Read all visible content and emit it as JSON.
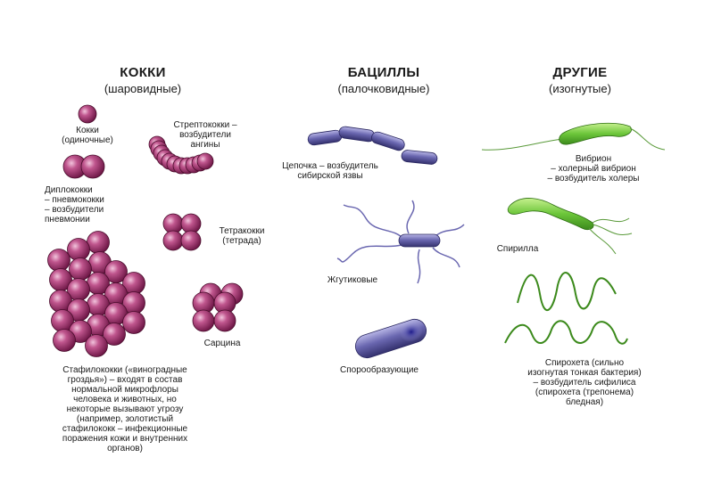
{
  "columns": {
    "cocci": {
      "title": "КОККИ",
      "subtitle": "(шаровидные)"
    },
    "bacilli": {
      "title": "БАЦИЛЛЫ",
      "subtitle": "(палочковидные)"
    },
    "other": {
      "title": "ДРУГИЕ",
      "subtitle": "(изогнутые)"
    }
  },
  "labels": {
    "cocci_single": "Кокки\n(одиночные)",
    "streptococci": "Стрептококки –\nвозбудители\nангины",
    "diplococci": "Диплококки\n– пневмококки\n– возбудители\nпневмонии",
    "tetracocci": "Тетракокки\n(тетрада)",
    "sarcina": "Сарцина",
    "staphylococci": "Стафилококки («виноградные\nгроздья») – входят в состав\nнормальной микрофлоры\nчеловека и животных, но\nнекоторые вызывают угрозу\n(например, золотистый\nстафилококк – инфекционные\nпоражения кожи и внутренних\nорганов)",
    "chain": "Цепочка – возбудитель\nсибирской язвы",
    "flagellated": "Жгутиковые",
    "spore_forming": "Спорообразующие",
    "vibrio": "Вибрион\n– холерный вибрион\n– возбудитель холеры",
    "spirilla": "Спирилла",
    "spirochete": "Спирохета (сильно\nизогнутая тонкая бактерия)\n– возбудитель сифилиса\n(спирохета (трепонема)\nбледная)"
  },
  "colors": {
    "coccus": "#9c2a66",
    "bacillus": "#6a67b0",
    "other": "#6cc63a"
  }
}
